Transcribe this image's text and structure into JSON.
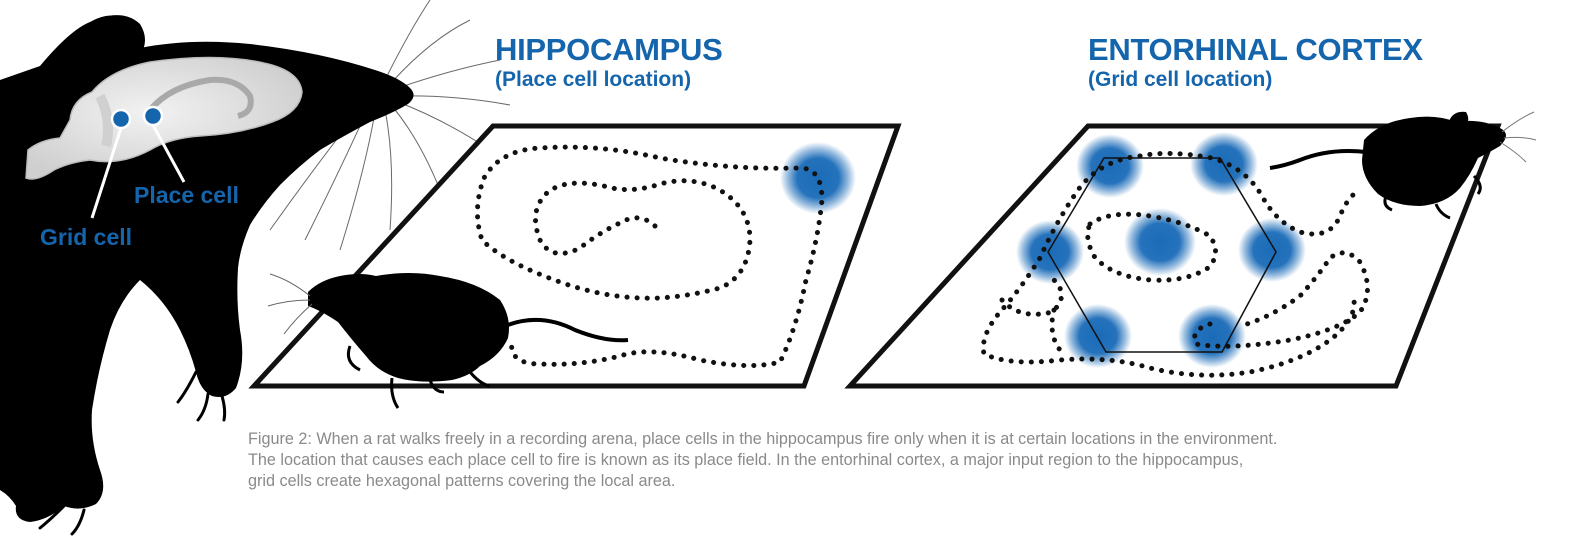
{
  "panels": {
    "hippocampus": {
      "title": "HIPPOCAMPUS",
      "subtitle": "(Place cell location)"
    },
    "entorhinal": {
      "title": "ENTORHINAL CORTEX",
      "subtitle": "(Grid cell location)"
    }
  },
  "brain_labels": {
    "place_cell": "Place cell",
    "grid_cell": "Grid cell"
  },
  "caption": [
    "Figure 2: When a rat walks freely in a recording arena, place cells in the hippocampus fire only when it is at certain locations in the environment.",
    "The location that causes each place cell to fire is known as its place field. In the entorhinal cortex, a major input region to the hippocampus,",
    "grid cells create hexagonal patterns covering the local area."
  ],
  "colors": {
    "accent_blue": "#1565ad",
    "field_blue": "#1a6bb8",
    "caption_gray": "#8a8a8a",
    "silhouette": "#000000"
  }
}
